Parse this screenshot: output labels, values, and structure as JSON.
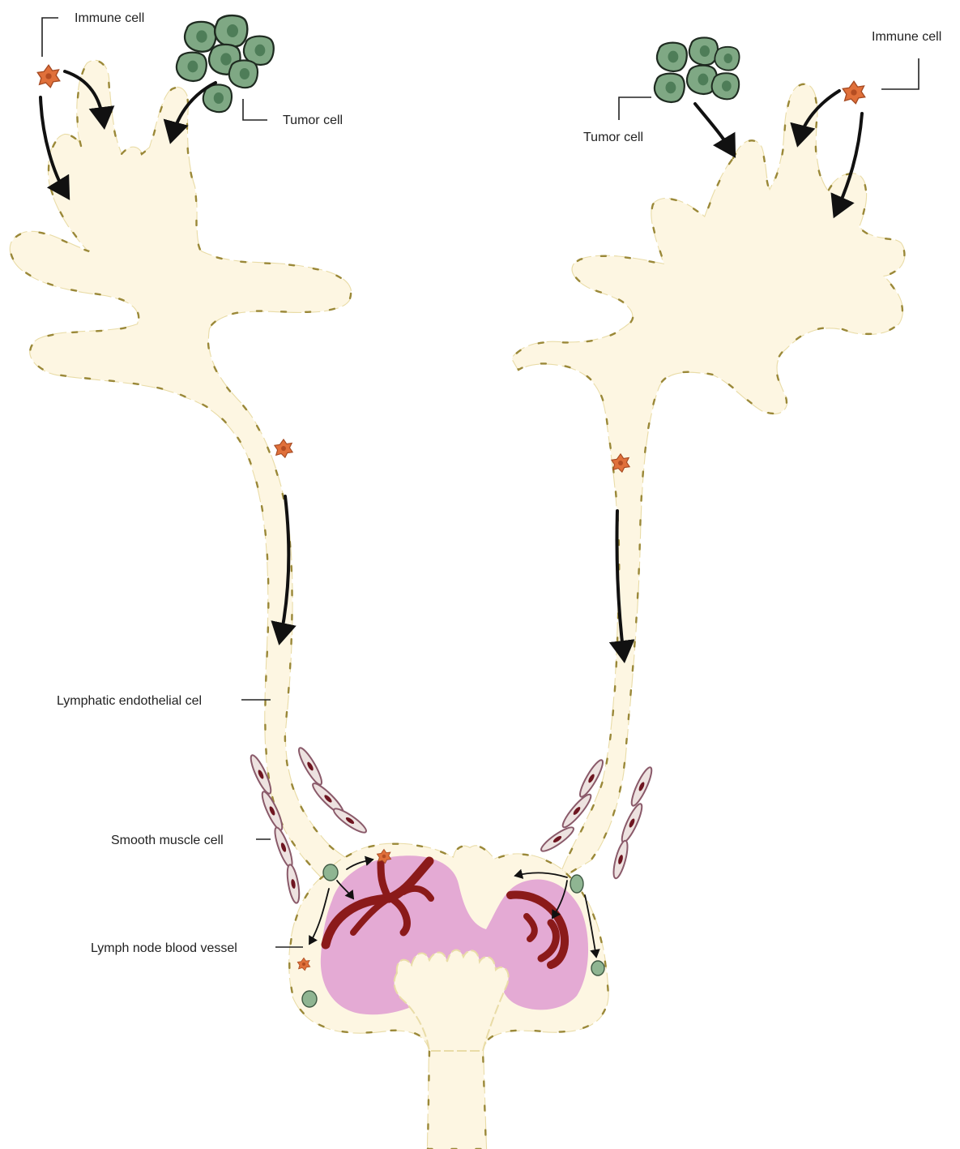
{
  "labels": {
    "immune_cell_left": "Immune cell",
    "immune_cell_right": "Immune cell",
    "tumor_cell_left": "Tumor cell",
    "tumor_cell_right": "Tumor cell",
    "lymphatic_endothelial": "Lymphatic endothelial cel",
    "smooth_muscle": "Smooth muscle cell",
    "blood_vessel": "Lymph node blood vessel"
  },
  "colors": {
    "vessel_fill": "#fdf6e2",
    "vessel_wall": "#e9dca7",
    "tumor_cell": "#7fa884",
    "immune_cell": "#e0703a",
    "node_tissue": "#e4aad4",
    "blood_vessel": "#8b1a1a",
    "smooth_muscle": "#8a5a6a"
  }
}
